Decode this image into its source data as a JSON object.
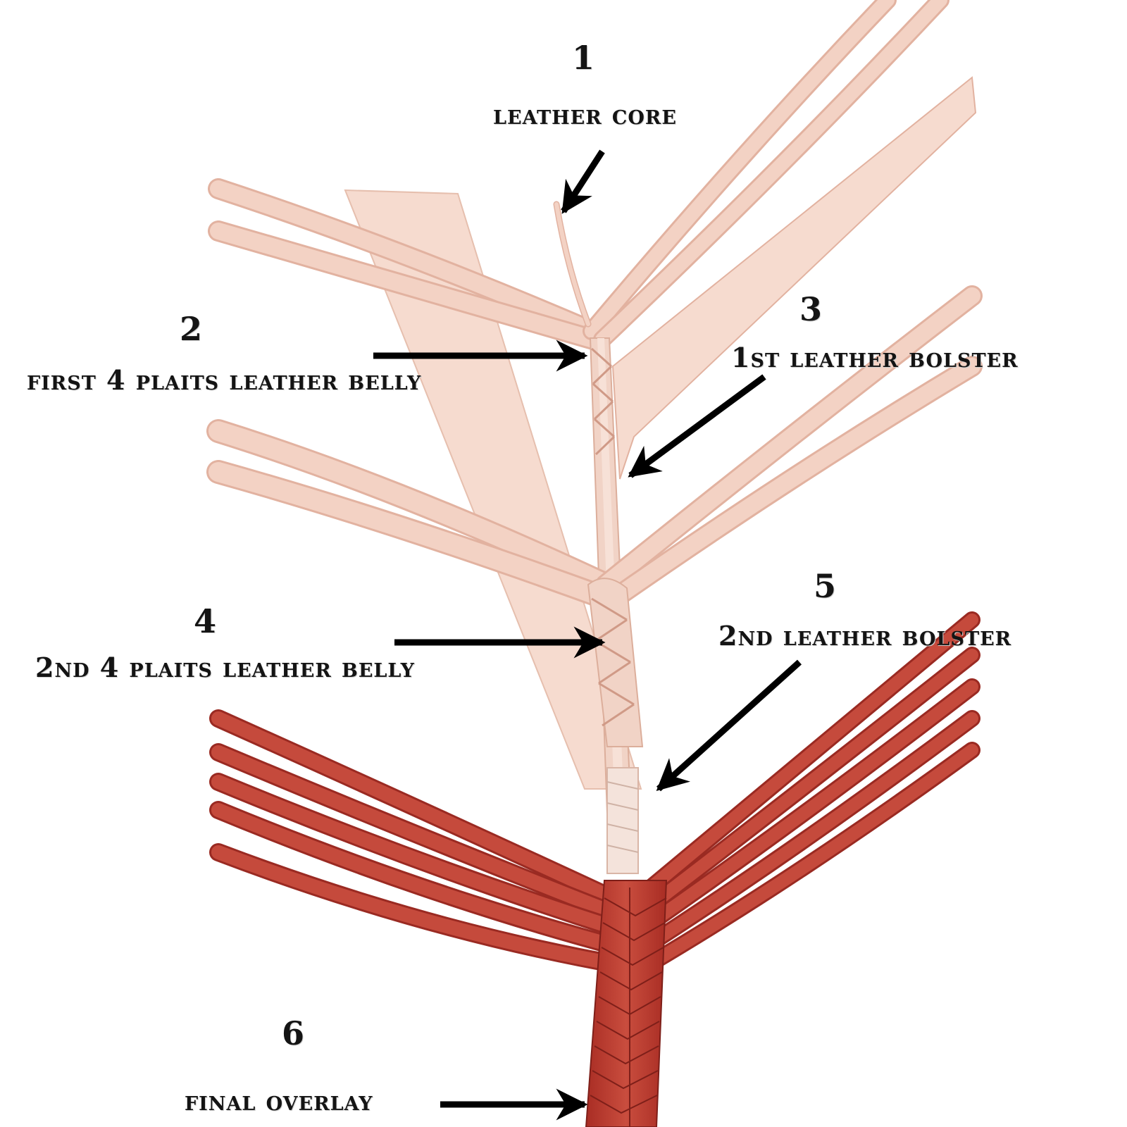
{
  "labels": [
    {
      "number": "1",
      "text": "Leather Core"
    },
    {
      "number": "2",
      "text": "First 4 Plaits Leather Belly"
    },
    {
      "number": "3",
      "text": "1st Leather Bolster"
    },
    {
      "number": "4",
      "text": "2nd 4 Plaits Leather Belly"
    },
    {
      "number": "5",
      "text": "2nd Leather Bolster"
    },
    {
      "number": "6",
      "text": "Final Overlay"
    }
  ],
  "colors": {
    "pale_leather": "#f3d2c4",
    "pale_leather_edge": "#e2b2a0",
    "red_leather": "#c54a3c",
    "red_leather_dark": "#9a2a22",
    "arrow": "#000000",
    "text": "#141414"
  }
}
